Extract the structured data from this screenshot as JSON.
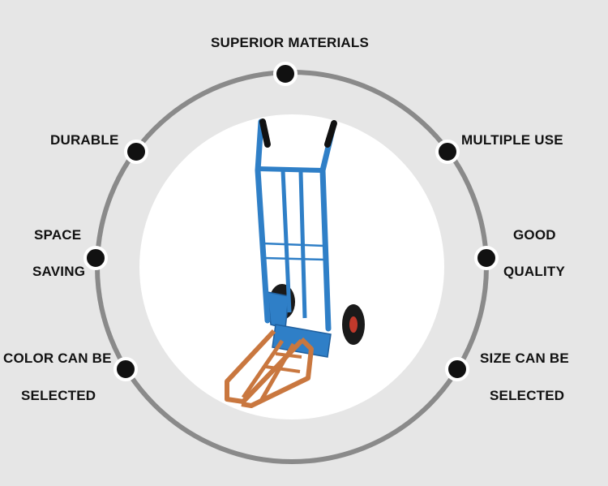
{
  "features": {
    "top": "SUPERIOR MATERIALS",
    "left_upper": "DURABLE",
    "right_upper": "MULTIPLE USE",
    "left_middle_line1": "SPACE",
    "left_middle_line2": "SAVING",
    "right_middle_line1": "GOOD",
    "right_middle_line2": "QUALITY",
    "left_lower_line1": "COLOR CAN BE",
    "left_lower_line2": "SELECTED",
    "right_lower_line1": "SIZE CAN BE",
    "right_lower_line2": "SELECTED"
  },
  "colors": {
    "background": "#e6e6e6",
    "ring": "#8a8a8a",
    "inner_circle": "#ffffff",
    "dot": "#111111",
    "trolley_frame": "#2f7fc7",
    "trolley_frame_dark": "#1f5f9e",
    "toe_plate": "#c9773f",
    "wheel": "#1a1a1a",
    "hub": "#c0392b"
  },
  "icons": {
    "product": "hand-truck-illustration"
  }
}
